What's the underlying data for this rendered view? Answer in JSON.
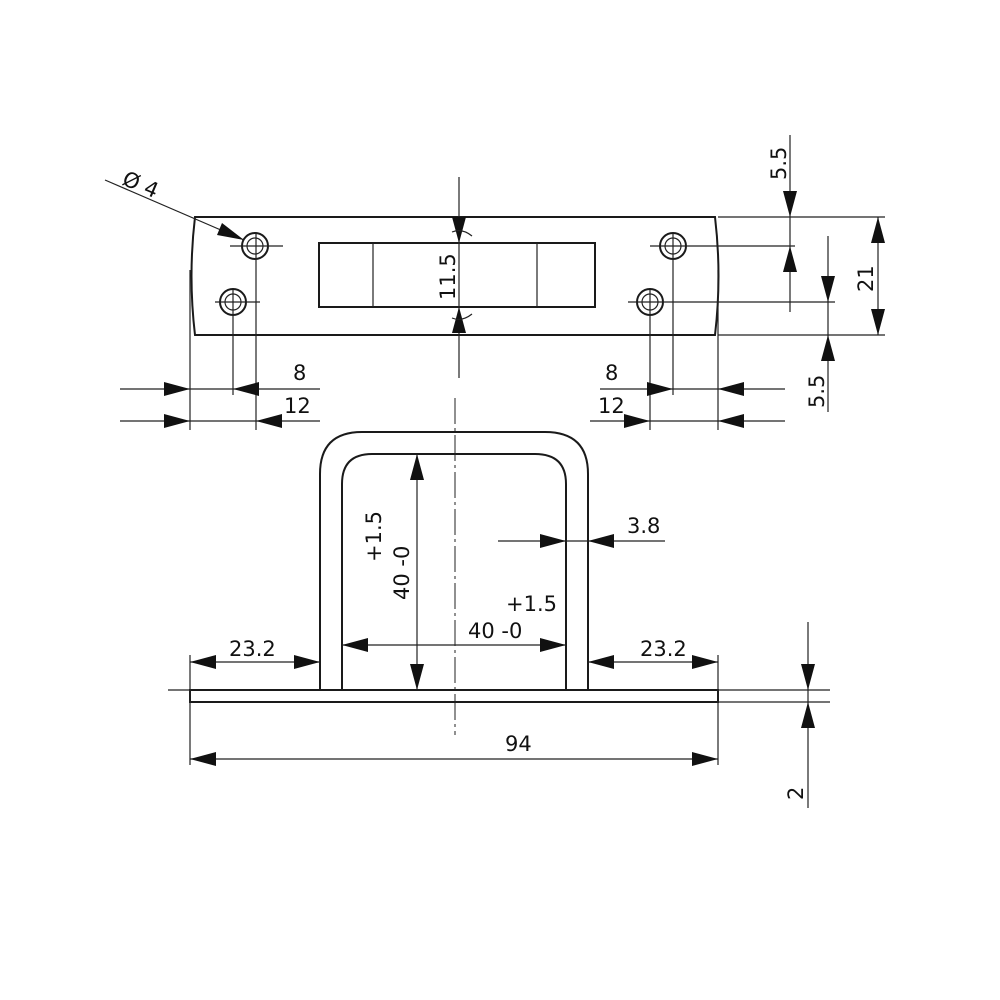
{
  "drawing": {
    "hole_diameter": "Ø 4",
    "top_offset": "5.5",
    "plate_height": "21",
    "bottom_offset": "5.5",
    "slot_height": "11.5",
    "left_inner_offset": "8",
    "left_outer_offset": "12",
    "right_inner_offset": "8",
    "right_outer_offset": "12",
    "wire_thickness": "3.8",
    "vertical_tol_upper": "+1.5",
    "vertical_nominal": "40 -0",
    "horizontal_tol_upper": "+1.5",
    "horizontal_nominal": "40 -0",
    "left_flange": "23.2",
    "right_flange": "23.2",
    "overall_length": "94",
    "plate_thickness": "2"
  }
}
